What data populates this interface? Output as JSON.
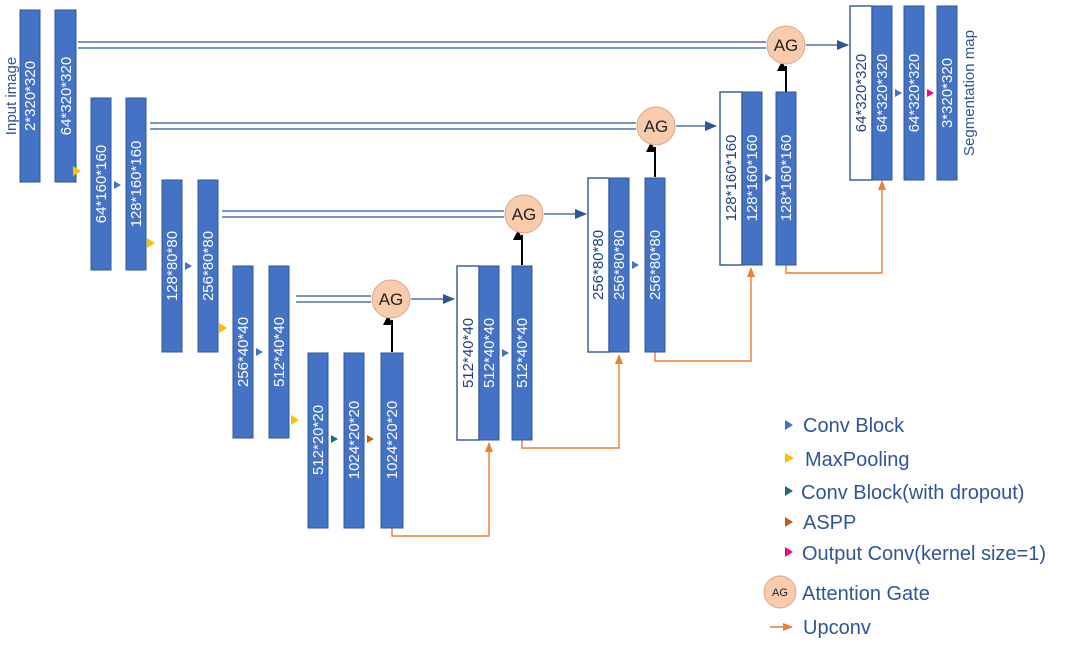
{
  "input_label": "Input image",
  "output_label": "Segmentation map",
  "blocks": {
    "b1": "2*320*320",
    "b2": "64*320*320",
    "b3": "64*160*160",
    "b4": "128*160*160",
    "b5": "128*80*80",
    "b6": "256*80*80",
    "b7": "256*40*40",
    "b8": "512*40*40",
    "b9": "512*20*20",
    "b10": "1024*20*20",
    "b11": "1024*20*20",
    "d4w": "512*40*40",
    "d4a": "512*40*40",
    "d4b": "512*40*40",
    "d3w": "256*80*80",
    "d3a": "256*80*80",
    "d3b": "256*80*80",
    "d2w": "128*160*160",
    "d2a": "128*160*160",
    "d2b": "128*160*160",
    "d1w": "64*320*320",
    "d1a": "64*320*320",
    "d1b": "64*320*320",
    "out": "3*320*320"
  },
  "ag_label": "AG",
  "legend": {
    "conv_block": "Conv Block",
    "maxpooling": "MaxPooling",
    "conv_dropout": "Conv Block(with dropout)",
    "aspp": "ASPP",
    "output_conv": "Output Conv(kernel size=1)",
    "attention_gate": "Attention Gate",
    "upconv": "Upconv"
  },
  "colors": {
    "block": "#4472c4",
    "conv_block": "#4472c4",
    "maxpooling": "#ffc000",
    "conv_dropout": "#1f6e6e",
    "aspp": "#c55a11",
    "output_conv": "#ff0080",
    "attention_gate": "#f8cbad",
    "upconv": "#ed7d31"
  }
}
